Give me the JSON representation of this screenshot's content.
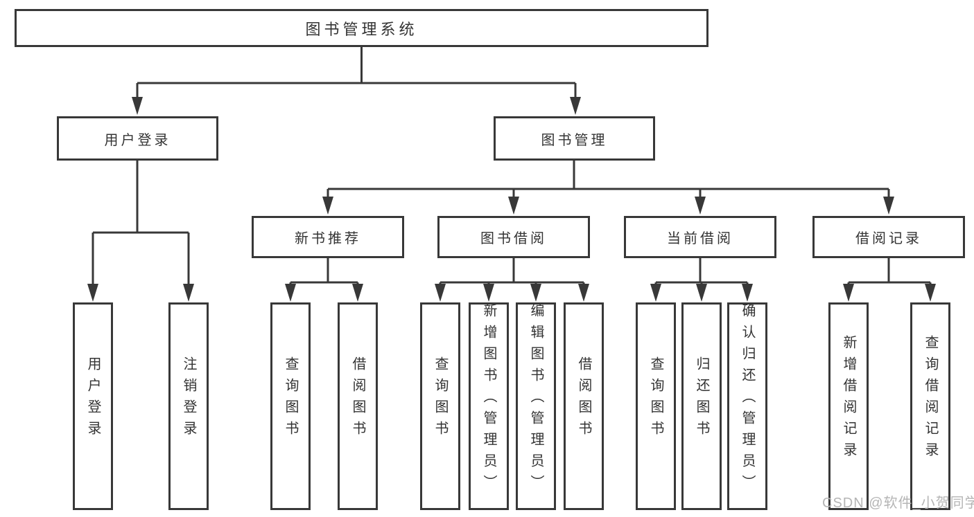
{
  "diagram": {
    "root": {
      "label": "图书管理系统"
    },
    "level2": [
      {
        "label": "用户登录"
      },
      {
        "label": "图书管理"
      }
    ],
    "level3": [
      {
        "label": "新书推荐"
      },
      {
        "label": "图书借阅"
      },
      {
        "label": "当前借阅"
      },
      {
        "label": "借阅记录"
      }
    ],
    "leaves": [
      {
        "label": "用户登录"
      },
      {
        "label": "注销登录"
      },
      {
        "label": "查询图书"
      },
      {
        "label": "借阅图书"
      },
      {
        "label": "查询图书"
      },
      {
        "label": "新增图书（管理员）"
      },
      {
        "label": "编辑图书（管理员）"
      },
      {
        "label": "借阅图书"
      },
      {
        "label": "查询图书"
      },
      {
        "label": "归还图书"
      },
      {
        "label": "确认归还（管理员）"
      },
      {
        "label": "新增借阅记录"
      },
      {
        "label": "查询借阅记录"
      }
    ]
  },
  "watermark": {
    "text": "CSDN @软件_小贺同学"
  },
  "colors": {
    "line": "#383838",
    "text": "#333333",
    "watermark": "#b5b5b5",
    "background": "#ffffff"
  }
}
